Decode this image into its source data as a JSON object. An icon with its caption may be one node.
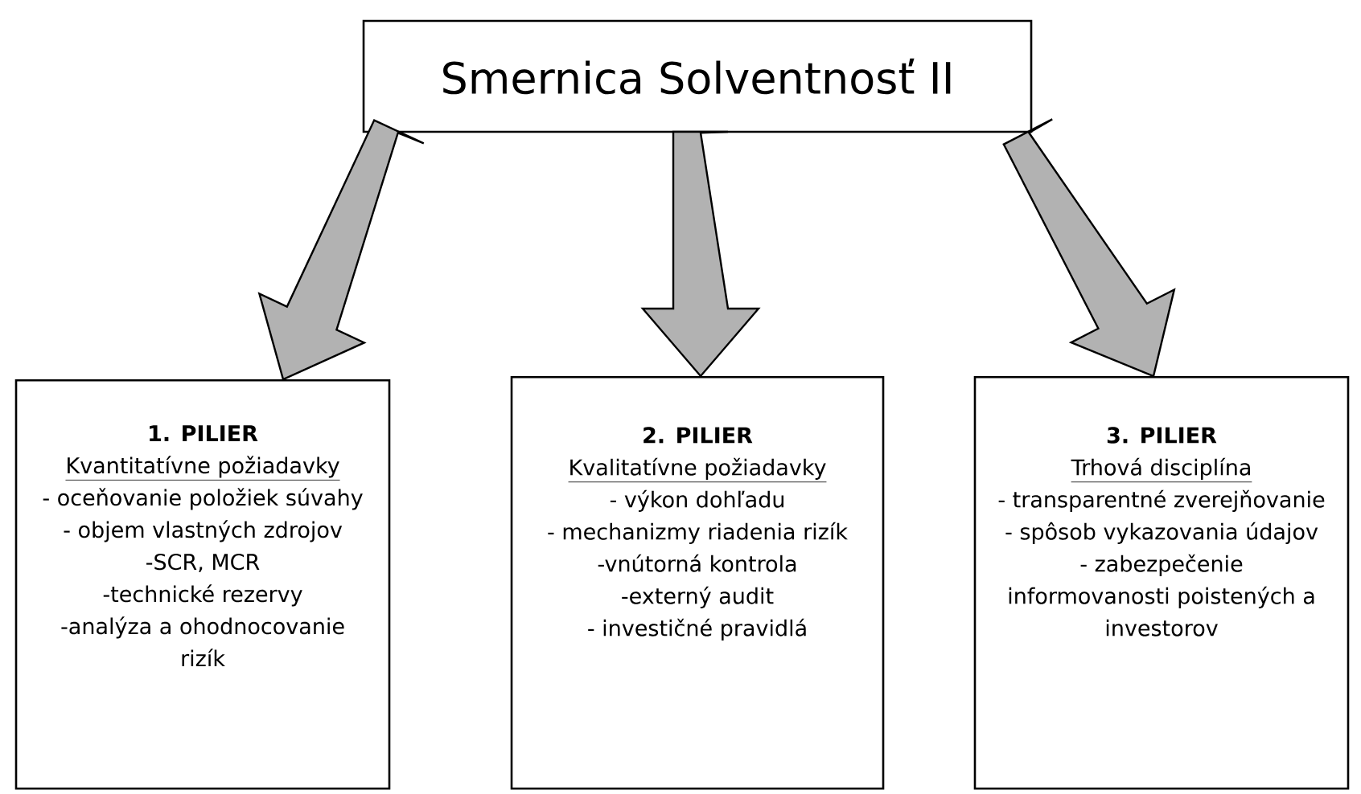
{
  "diagram": {
    "nodes": [
      {
        "text": [
          "Smernica Solventnosť II"
        ]
      },
      {
        "text": [
          "1. PILIER",
          "Kvantitatívne požiadavky",
          "- oceňovanie položiek súvahy",
          "- objem vlastných zdrojov",
          "-SCR, MCR",
          "-technické rezervy",
          "-analýza a ohodnocovanie rizík"
        ]
      },
      {
        "text": [
          "2. PILIER",
          "Kvalitatívne požiadavky",
          "- výkon dohľadu",
          "- mechanizmy riadenia rizík",
          "-vnútorná kontrola",
          "-externý audit",
          "- investičné pravidlá"
        ]
      },
      {
        "text": [
          "3. PILIER",
          "Trhová disciplína",
          "- transparentné zverejňovanie",
          "- spôsob vykazovania údajov",
          "- zabezpečenie informovanosti poistených a investorov"
        ]
      }
    ],
    "edges": [
      {
        "from": 0,
        "to": 1,
        "arrow": "to"
      },
      {
        "from": 0,
        "to": 2,
        "arrow": "to"
      },
      {
        "from": 0,
        "to": 3,
        "arrow": "to"
      }
    ]
  }
}
